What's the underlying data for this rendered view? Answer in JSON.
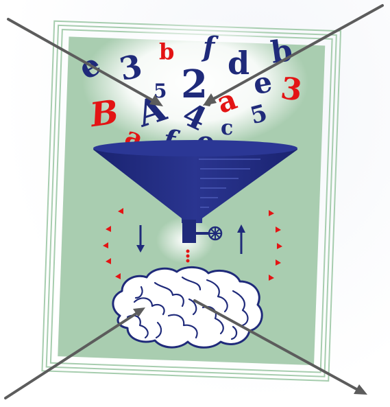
{
  "illustration": {
    "colors": {
      "poster_background": "#a9cdb0",
      "frame_line": "#9fc7a6",
      "funnel": "#1f2a7a",
      "brain_outline": "#1f2a7a",
      "glyph_dark": "#1f2a7a",
      "glyph_red": "#e31414",
      "arrow": "#5a5a5a",
      "indicator_triangle": "#e31414"
    },
    "glyphs": [
      {
        "id": "e-left",
        "text": "e",
        "tone": "dark"
      },
      {
        "id": "3-left",
        "text": "3",
        "tone": "dark"
      },
      {
        "id": "b-red-top",
        "text": "b",
        "tone": "red"
      },
      {
        "id": "f-top",
        "text": "f",
        "tone": "dark"
      },
      {
        "id": "d-top",
        "text": "d",
        "tone": "dark"
      },
      {
        "id": "b-top-right",
        "text": "b",
        "tone": "dark"
      },
      {
        "id": "5-small-left",
        "text": "5",
        "tone": "dark"
      },
      {
        "id": "2-center",
        "text": "2",
        "tone": "dark"
      },
      {
        "id": "e-right",
        "text": "e",
        "tone": "dark"
      },
      {
        "id": "3-red-right",
        "text": "3",
        "tone": "red"
      },
      {
        "id": "B-red-left",
        "text": "B",
        "tone": "red"
      },
      {
        "id": "A-center",
        "text": "A",
        "tone": "dark"
      },
      {
        "id": "4-center",
        "text": "4",
        "tone": "dark"
      },
      {
        "id": "a-red-right",
        "text": "a",
        "tone": "red"
      },
      {
        "id": "5-right",
        "text": "5",
        "tone": "dark"
      },
      {
        "id": "a-red-left",
        "text": "a",
        "tone": "red"
      },
      {
        "id": "f-bottom",
        "text": "f",
        "tone": "dark"
      },
      {
        "id": "e-bottom",
        "text": "e",
        "tone": "dark"
      },
      {
        "id": "c-bottom",
        "text": "c",
        "tone": "dark"
      }
    ],
    "flow_arrows": {
      "left": "down-arrow",
      "right": "up-arrow"
    },
    "valve_icon": "valve-wheel-icon",
    "overlay": "crossed-out-arrows"
  }
}
